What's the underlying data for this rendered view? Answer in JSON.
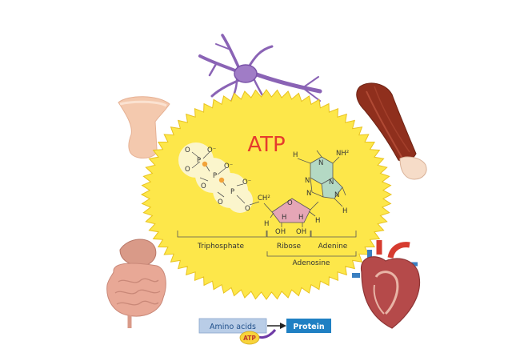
{
  "diagram": {
    "title": "ATP",
    "colors": {
      "sunburst": "#fde74a",
      "title": "#e53c2d",
      "phosphate_blob": "#fbf5cc",
      "oxygen_dot": "#f2a33a",
      "ribose_fill": "#e5a6b6",
      "adenine_fill": "#b4d9c4",
      "protein_box": "#1f80c3",
      "amino_box": "#b9cde7",
      "atp_badge": "#f8d43b"
    },
    "atoms": {
      "O": "O",
      "P": "P",
      "O_minus": "O⁻",
      "CH2": "CH²",
      "H": "H",
      "OH": "OH",
      "N": "N",
      "NH2": "NH²"
    },
    "labels": {
      "triphosphate": "Triphosphate",
      "ribose": "Ribose",
      "adenine": "Adenine",
      "adenosine": "Adenosine"
    },
    "icons": [
      "nerve-cell-icon",
      "muscle-arm-icon",
      "heart-icon",
      "intestines-icon",
      "tooth-icon"
    ]
  },
  "reaction": {
    "input": "Amino acids",
    "output": "Protein",
    "catalyst": "ATP"
  }
}
